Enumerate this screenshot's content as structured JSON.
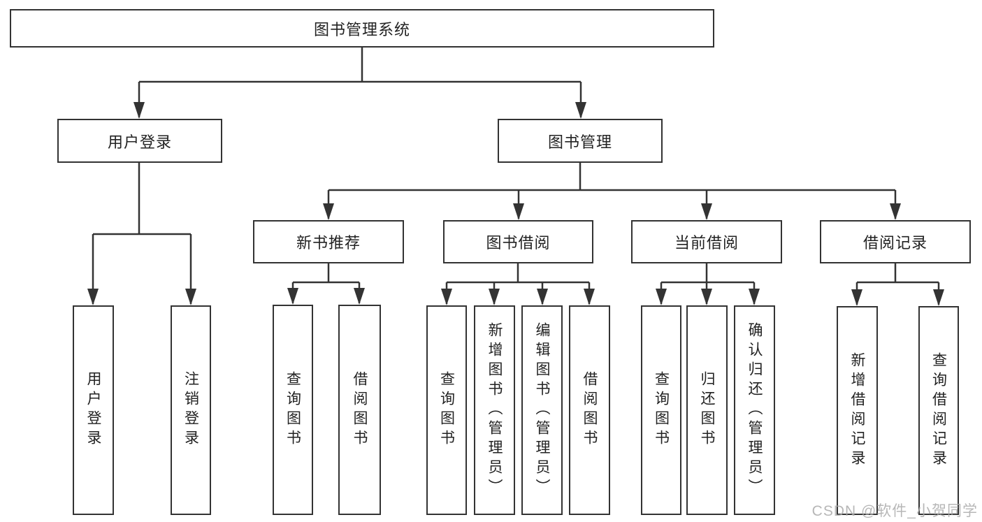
{
  "diagram": {
    "root": {
      "label": "图书管理系统"
    },
    "level2": [
      {
        "label": "用户登录",
        "parent": "图书管理系统"
      },
      {
        "label": "图书管理",
        "parent": "图书管理系统"
      }
    ],
    "level3": [
      {
        "label": "新书推荐",
        "parent": "图书管理"
      },
      {
        "label": "图书借阅",
        "parent": "图书管理"
      },
      {
        "label": "当前借阅",
        "parent": "图书管理"
      },
      {
        "label": "借阅记录",
        "parent": "图书管理"
      }
    ],
    "leaves": [
      {
        "label": "用户登录",
        "parent": "用户登录"
      },
      {
        "label": "注销登录",
        "parent": "用户登录"
      },
      {
        "label": "查询图书",
        "parent": "新书推荐"
      },
      {
        "label": "借阅图书",
        "parent": "新书推荐"
      },
      {
        "label": "查询图书",
        "parent": "图书借阅"
      },
      {
        "label": "新增图书（管理员）",
        "parent": "图书借阅"
      },
      {
        "label": "编辑图书（管理员）",
        "parent": "图书借阅"
      },
      {
        "label": "借阅图书",
        "parent": "图书借阅"
      },
      {
        "label": "查询图书",
        "parent": "当前借阅"
      },
      {
        "label": "归还图书",
        "parent": "当前借阅"
      },
      {
        "label": "确认归还（管理员）",
        "parent": "当前借阅"
      },
      {
        "label": "新增借阅记录",
        "parent": "借阅记录"
      },
      {
        "label": "查询借阅记录",
        "parent": "借阅记录"
      }
    ]
  },
  "watermark": {
    "text": "CSDN @软件_小贺同学"
  },
  "colors": {
    "line": "#333333",
    "box_border": "#333333",
    "text": "#222222",
    "watermark": "#aaaaaa",
    "background": "#ffffff"
  }
}
